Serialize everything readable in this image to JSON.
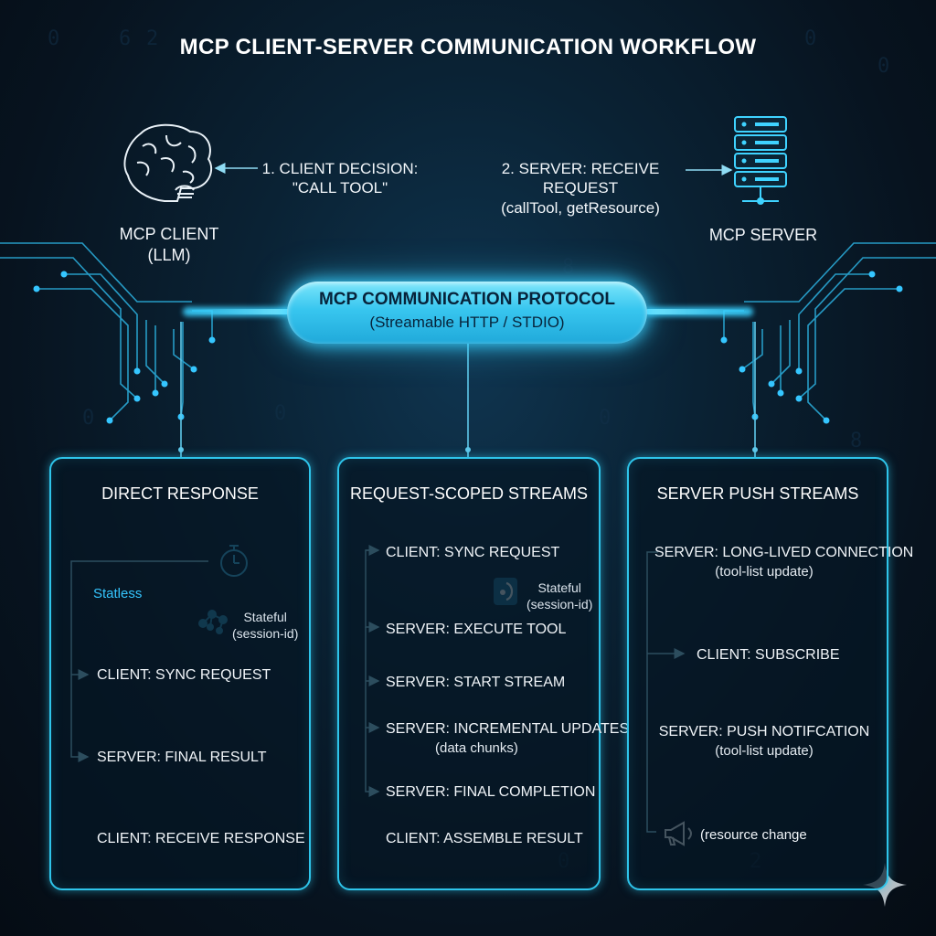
{
  "title": "MCP CLIENT-SERVER COMMUNICATION WORKFLOW",
  "client": {
    "name": "MCP CLIENT",
    "subtitle": "(LLM)",
    "icon": "brain-icon",
    "decision_line1": "1. CLIENT DECISION:",
    "decision_line2": "\"CALL TOOL\""
  },
  "server": {
    "name": "MCP SERVER",
    "icon": "server-icon",
    "receive_line1": "2. SERVER: RECEIVE REQUEST",
    "receive_line2": "(callTool, getResource)"
  },
  "protocol": {
    "name": "MCP COMMUNICATION PROTOCOL",
    "transport": "(Streamable HTTP / STDIO)"
  },
  "panels": {
    "direct": {
      "title": "DIRECT RESPONSE",
      "stateless": "Statless",
      "stateful": "Stateful",
      "session": "(session-id)",
      "step1": "CLIENT: SYNC REQUEST",
      "step2": "SERVER: FINAL RESULT",
      "step3": "CLIENT: RECEIVE RESPONSE"
    },
    "request_scoped": {
      "title": "REQUEST-SCOPED STREAMS",
      "step1": "CLIENT: SYNC REQUEST",
      "stateful": "Stateful",
      "session": "(session-id)",
      "step2": "SERVER: EXECUTE TOOL",
      "step3": "SERVER: START STREAM",
      "step4": "SERVER: INCREMENTAL UPDATES",
      "step4_sub": "(data chunks)",
      "step5": "SERVER: FINAL COMPLETION",
      "step6": "CLIENT: ASSEMBLE RESULT"
    },
    "server_push": {
      "title": "SERVER PUSH STREAMS",
      "step1": "SERVER: LONG-LIVED CONNECTION",
      "step1_sub": "(tool-list update)",
      "step2": "CLIENT: SUBSCRIBE",
      "step3": "SERVER: PUSH NOTIFCATION",
      "step3_sub": "(tool-list update)",
      "step4": "(resource change"
    }
  },
  "colors": {
    "accent": "#2ec4ea",
    "glow": "#37d0ff",
    "background": "#07111b"
  }
}
